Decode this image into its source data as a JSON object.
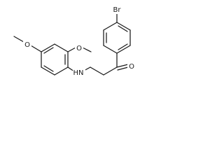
{
  "atoms": {
    "br": "Br",
    "o_ketone": "O",
    "nh": "HN",
    "o_methoxy_top": "O",
    "o_methoxy_left": "O"
  }
}
